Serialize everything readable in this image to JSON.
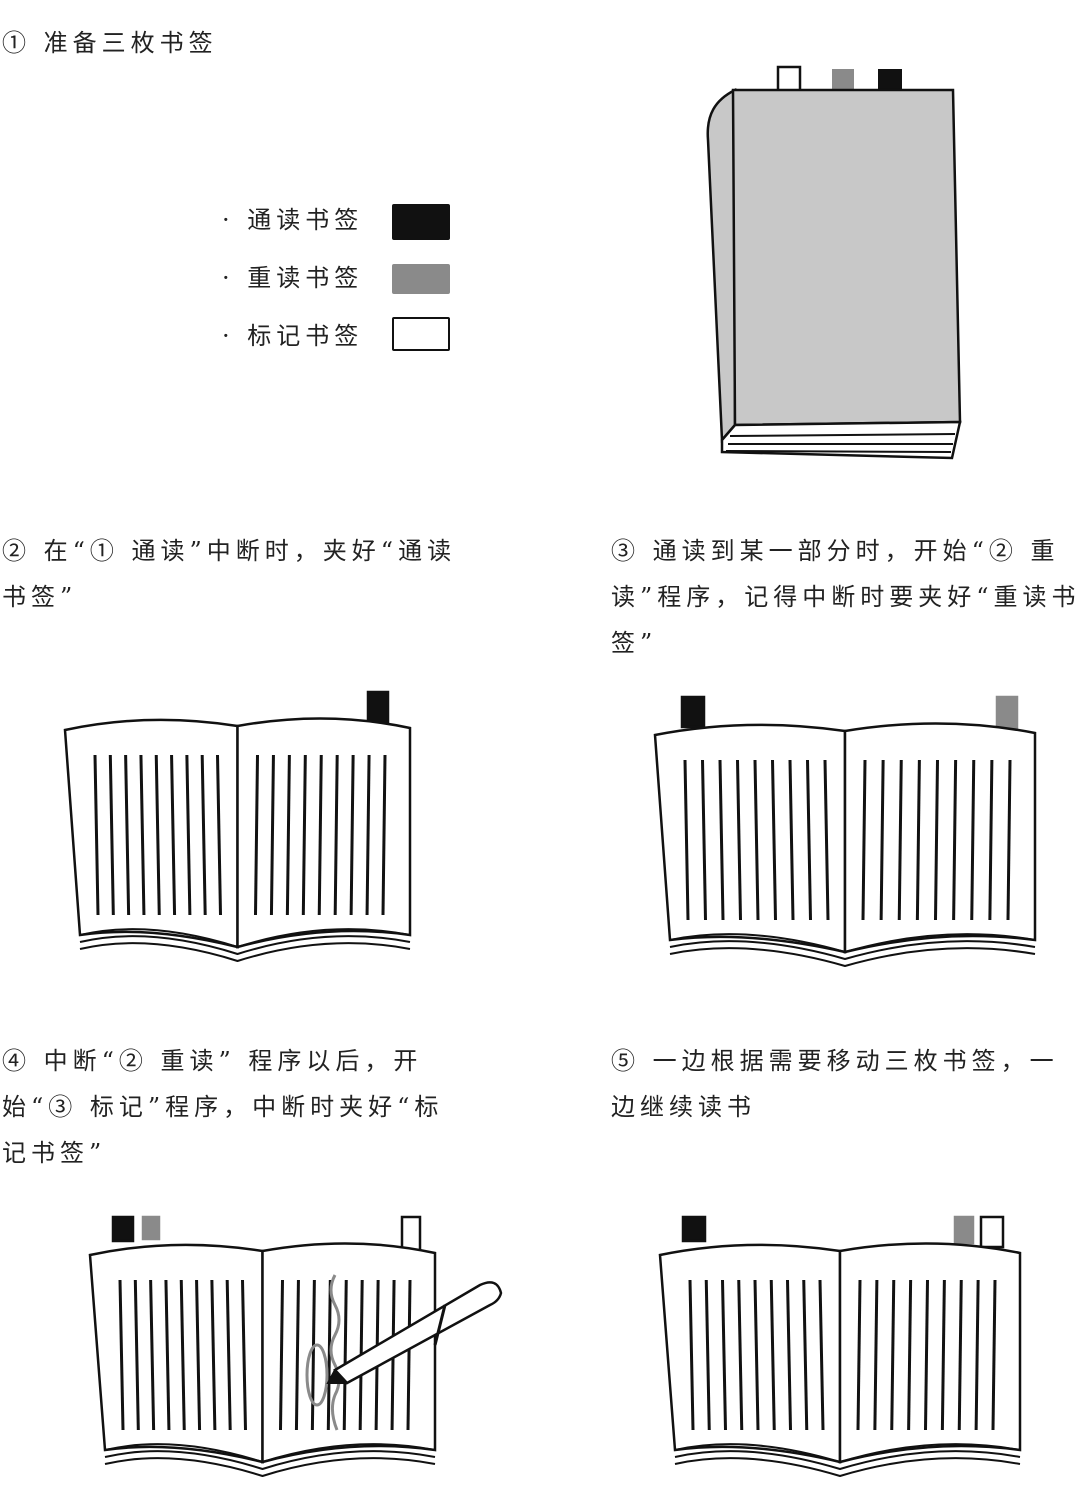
{
  "step1": {
    "title": "① 准备三枚书签"
  },
  "legend": [
    {
      "label": "· 通读书签",
      "color": "#111111"
    },
    {
      "label": "· 重读书签",
      "color": "#8a8a8a"
    },
    {
      "label": "· 标记书签",
      "color": "#ffffff"
    }
  ],
  "step2": {
    "caption": "② 在“① 通读”中断时，夹好“通读书签”"
  },
  "step3": {
    "caption": "③ 通读到某一部分时，开始“② 重读”程序，记得中断时要夹好“重读书签”"
  },
  "step4": {
    "caption": "④ 中断“② 重读” 程序以后，开始“③ 标记”程序，中断时夹好“标记书签”"
  },
  "step5": {
    "caption": "⑤ 一边根据需要移动三枚书签，一边继续读书"
  },
  "colors": {
    "book_cover": "#c8c8c8",
    "ink": "#111111",
    "gray_bookmark": "#8a8a8a"
  }
}
